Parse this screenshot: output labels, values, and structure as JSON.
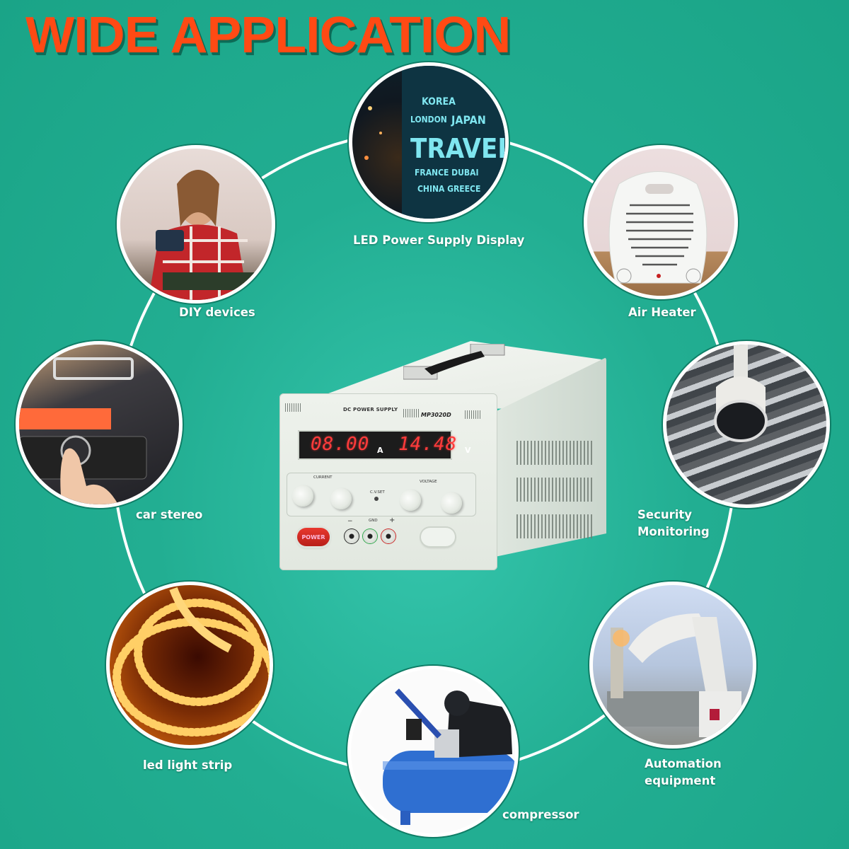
{
  "headline": "WIDE APPLICATION",
  "colors": {
    "background": "#22ae92",
    "headline": "#ff4a14",
    "headline_shadow": "#0d6b56",
    "ring": "#ffffff",
    "label_text": "#ffffff",
    "display_digits": "#ff3b3b"
  },
  "product": {
    "name_label": "DC POWER SUPPLY",
    "model": "MP3020D",
    "current_reading": "08.00",
    "current_unit": "A",
    "voltage_reading": "14.48",
    "voltage_unit": "V",
    "current_group_label": "CURRENT",
    "voltage_group_label": "VOLTAGE",
    "cv_set_label": "C.V.SET",
    "gnd_label": "GND",
    "minus_label": "−",
    "plus_label": "+",
    "power_button_label": "POWER"
  },
  "applications": [
    {
      "id": "led-display",
      "label_lines": [
        "LED Power Supply Display"
      ],
      "image": "LED travel display sign"
    },
    {
      "id": "diy",
      "label_lines": [
        "DIY devices"
      ],
      "image": "woman soldering circuit board"
    },
    {
      "id": "air-heater",
      "label_lines": [
        "Air Heater"
      ],
      "image": "white fan heater"
    },
    {
      "id": "car-stereo",
      "label_lines": [
        "car stereo"
      ],
      "image": "car stereo dashboard"
    },
    {
      "id": "security",
      "label_lines": [
        "Security",
        "Monitoring"
      ],
      "image": "dome security camera"
    },
    {
      "id": "led-strip",
      "label_lines": [
        "led light strip"
      ],
      "image": "glowing LED strip"
    },
    {
      "id": "compressor",
      "label_lines": [
        "compressor"
      ],
      "image": "blue air compressor"
    },
    {
      "id": "automation",
      "label_lines": [
        "Automation",
        "equipment"
      ],
      "image": "industrial robot arm"
    }
  ]
}
